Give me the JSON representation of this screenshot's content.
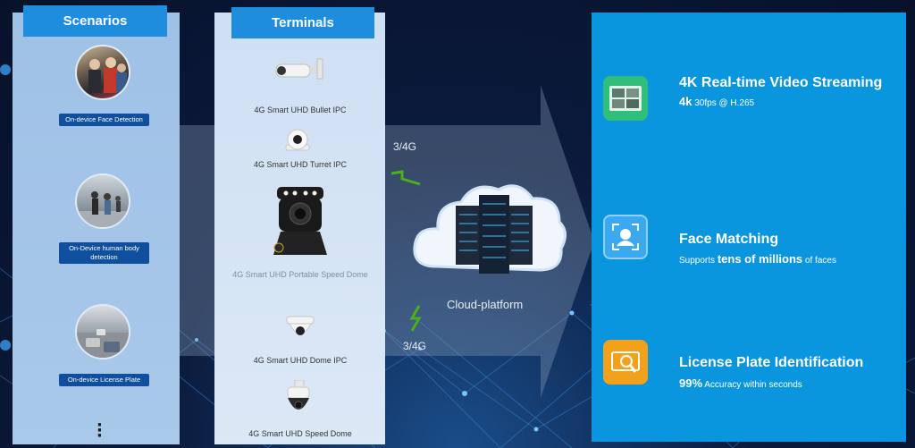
{
  "scenarios": {
    "title": "Scenarios",
    "items": [
      {
        "label": "On-device Face Detection"
      },
      {
        "label": "On-Device human body detection"
      },
      {
        "label": "On-device License Plate"
      }
    ],
    "more_icon": "vertical-ellipsis-icon"
  },
  "terminals": {
    "title": "Terminals",
    "items": [
      {
        "label": "4G Smart UHD Bullet IPC",
        "icon": "bullet-camera-icon"
      },
      {
        "label": "4G Smart UHD Turret  IPC",
        "icon": "turret-camera-icon"
      },
      {
        "label": "4G  Smart  UHD Portable Speed Dome",
        "icon": "portable-speed-dome-icon"
      },
      {
        "label": "4G Smart UHD Dome IPC",
        "icon": "dome-camera-icon"
      },
      {
        "label": "4G  Smart  UHD Speed Dome",
        "icon": "speed-dome-icon"
      }
    ]
  },
  "network": {
    "upper_label": "3/4G",
    "lower_label": "3/4G",
    "cloud_label": "Cloud-platform"
  },
  "features": [
    {
      "title": "4K Real-time Video Streaming",
      "sub_bold": "4k",
      "sub_rest": " 30fps @ H.265",
      "icon": "video-wall-icon",
      "color": "#2fbf7a"
    },
    {
      "title": "Face Matching",
      "sub_pre": "Supports ",
      "sub_bold": "tens of millions",
      "sub_rest": " of faces",
      "icon": "face-scan-icon",
      "color": "#3aa9f0"
    },
    {
      "title": "License Plate Identification",
      "sub_bold": "99%",
      "sub_rest": " Accuracy within seconds",
      "icon": "plate-search-icon",
      "color": "#f3a11b"
    }
  ]
}
